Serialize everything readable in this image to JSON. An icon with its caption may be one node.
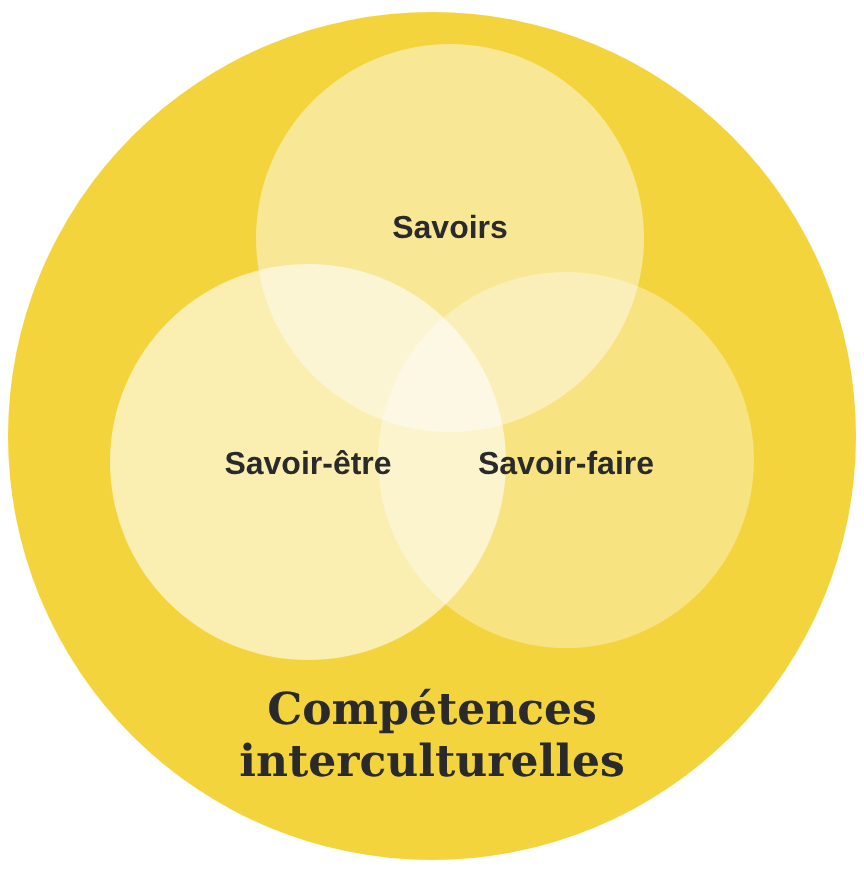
{
  "diagram": {
    "nodes": [
      {
        "text": [
          "Compétences interculturelles"
        ]
      },
      {
        "text": [
          "Savoirs"
        ],
        "in": 0
      },
      {
        "text": [
          "Savoir-être"
        ],
        "in": 0
      },
      {
        "text": [
          "Savoir-faire"
        ],
        "in": 0
      }
    ]
  }
}
